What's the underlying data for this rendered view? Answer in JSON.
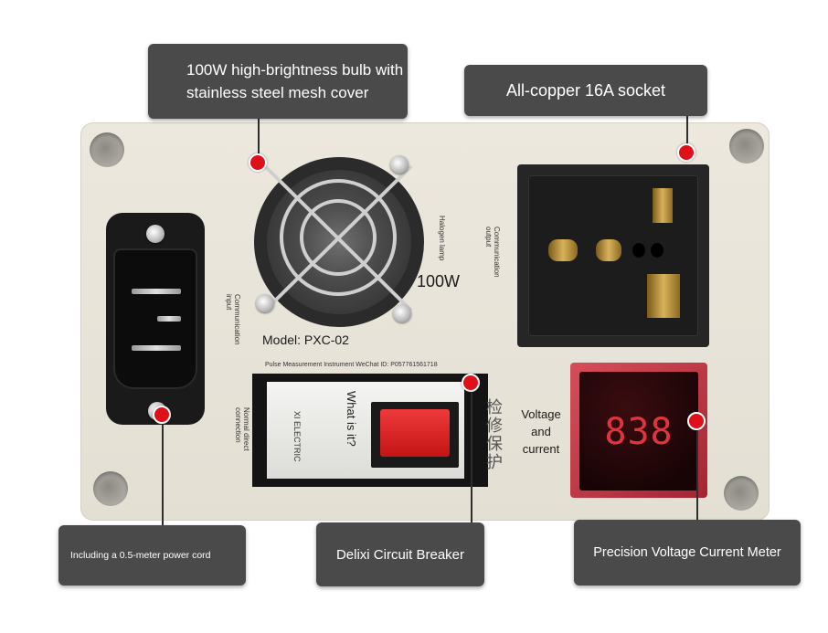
{
  "callouts": {
    "bulb": "100W high-brightness bulb with stainless steel mesh cover",
    "socket": "All-copper 16A socket",
    "power_cord": "Including a 0.5-meter power cord",
    "breaker": "Delixi Circuit Breaker",
    "meter": "Precision Voltage Current Meter"
  },
  "panel": {
    "model": "Model: PXC-02",
    "lamp_power": "100W",
    "halogen_lamp": "Halogen lamp",
    "communication_output": "Communication output",
    "communication_input": "Communication input",
    "normal_direct_connection": "Normal direct connection",
    "wechat_line": "Pulse Measurement Instrument WeChat ID: P057761561718",
    "voltage_label": "Voltage and current",
    "chinese_vertical": "检修保护",
    "meter_reading": "838",
    "breaker_brand": "XI ELECTRIC",
    "breaker_overlay": "What is it?"
  },
  "colors": {
    "callout_bg": "#4a4a4a",
    "marker": "#e0101a",
    "panel": "#e8e4da",
    "meter_digits": "#e2343e"
  }
}
